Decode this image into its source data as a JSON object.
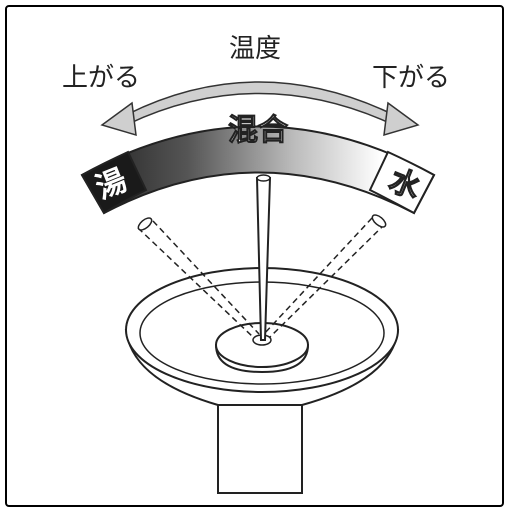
{
  "labels": {
    "temperature": "温度",
    "raise": "上がる",
    "lower": "下がる",
    "mix": "混合",
    "hot": "湯",
    "cold": "水"
  },
  "colors": {
    "frame": "#000000",
    "arrow_fill": "#c8c8c8",
    "band_dark": "#1a1a1a",
    "band_light": "#ffffff",
    "hot_segment": "#1a1a1a",
    "cold_segment": "#ffffff",
    "lever_fill": "#ffffff"
  }
}
